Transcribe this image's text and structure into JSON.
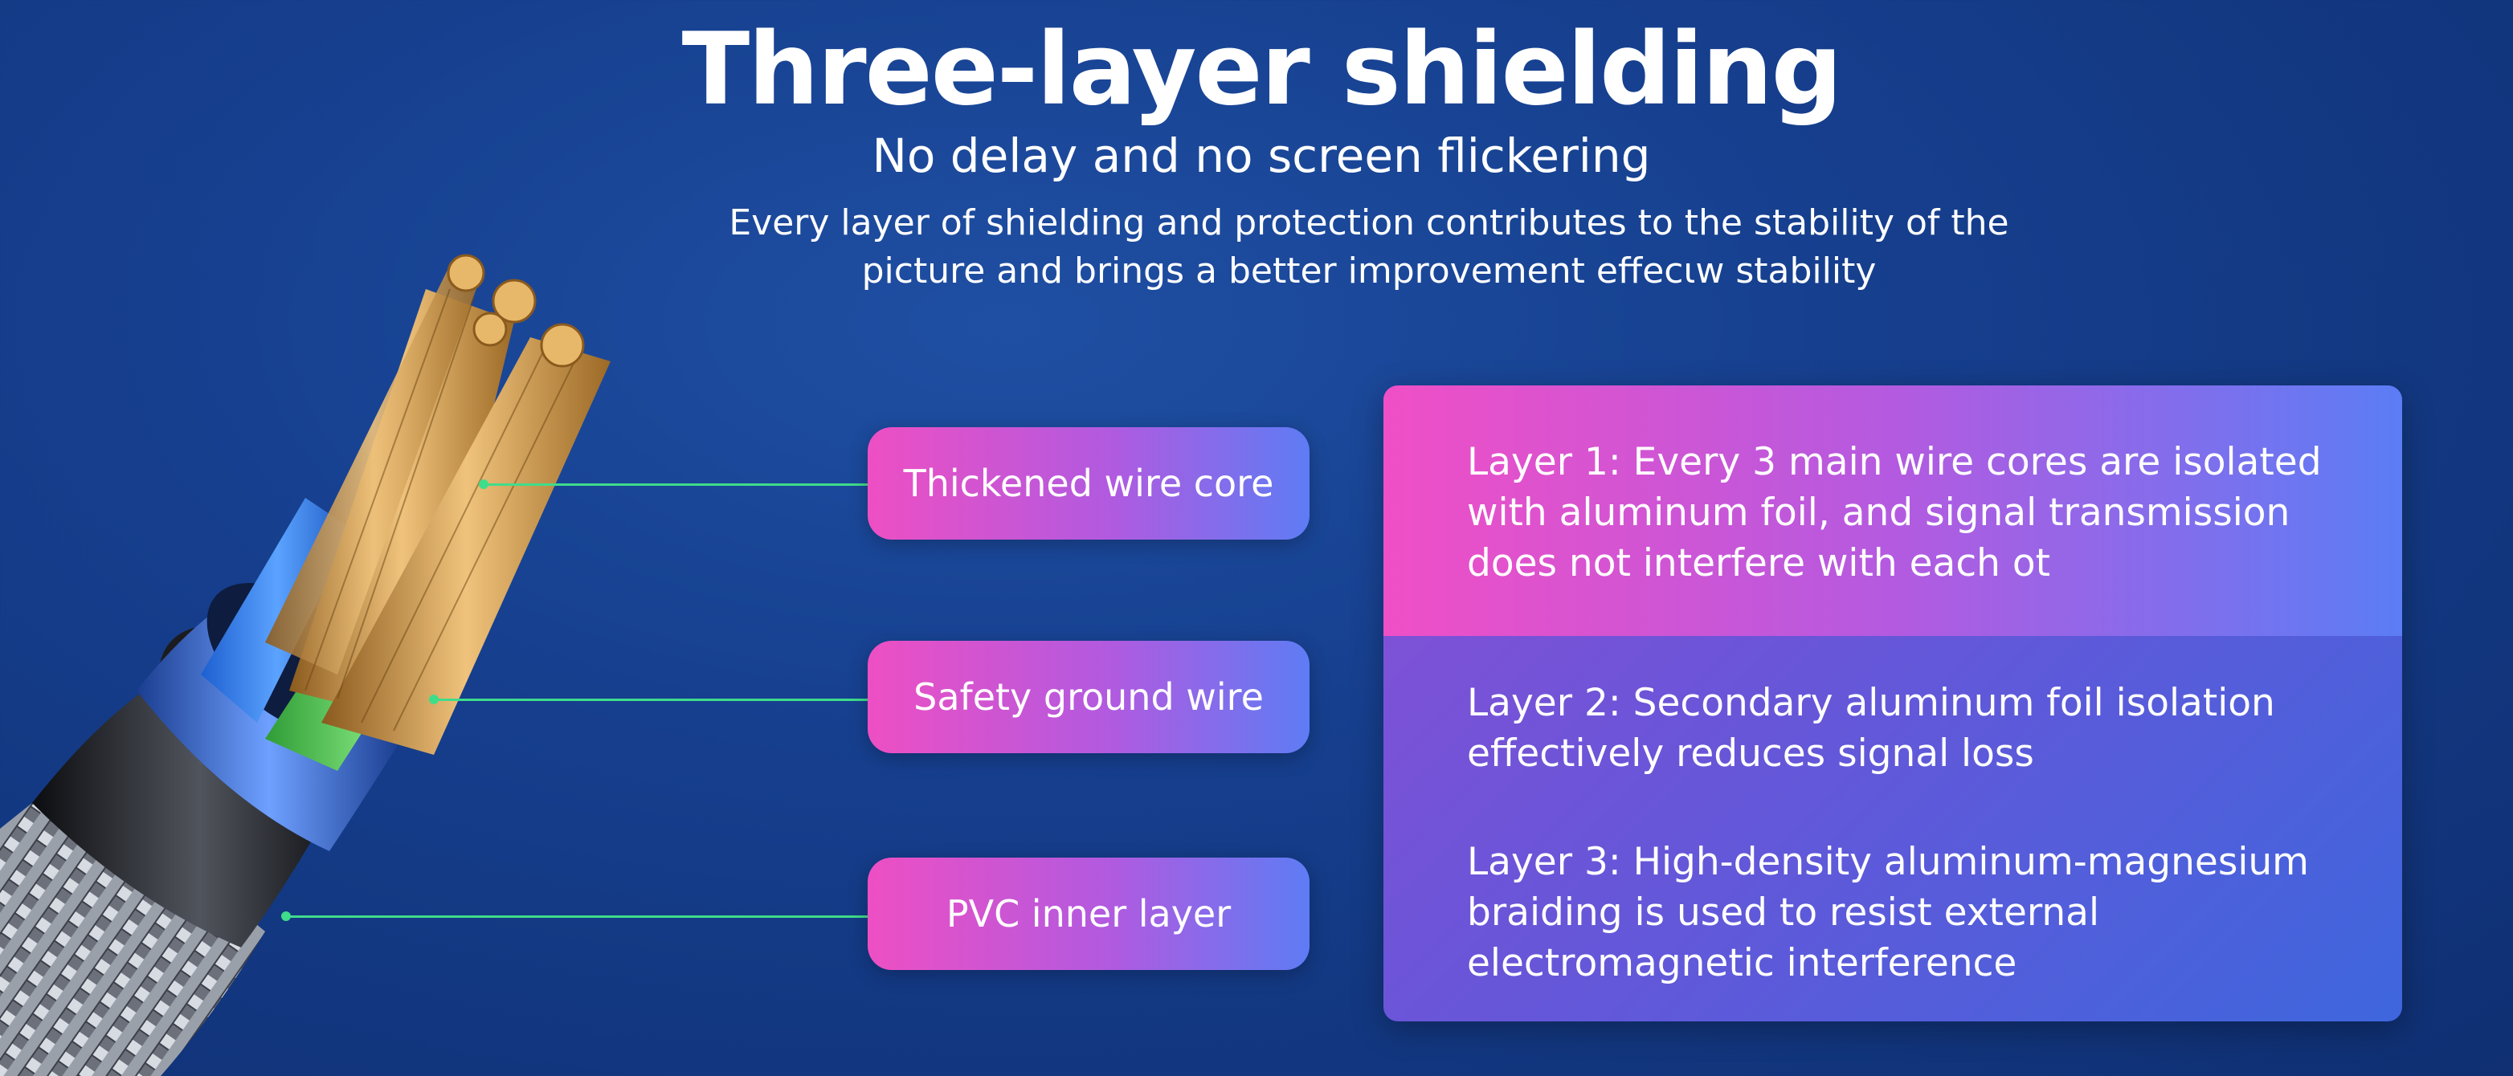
{
  "header": {
    "title": "Three-layer shielding",
    "subtitle": "No delay and no screen flickering",
    "description_line1": "Every layer of shielding and protection contributes to the stability of the",
    "description_line2": "picture and brings a better improvement effecιw stability"
  },
  "callouts": [
    {
      "label": "Thickened wire core"
    },
    {
      "label": "Safety ground wire"
    },
    {
      "label": "PVC inner layer"
    }
  ],
  "layers": [
    {
      "text": "Layer 1: Every 3 main wire cores are isolated with aluminum foil, and signal transmission does not interfere with each ot"
    },
    {
      "text": "Layer 2: Secondary aluminum foil isolation effectively reduces signal loss"
    },
    {
      "text": "Layer 3: High-density aluminum-magnesium braiding is used to resist external electromagnetic interference"
    }
  ],
  "colors": {
    "background": "#163f8e",
    "callout_gradient_start": "#ee4fc3",
    "callout_gradient_end": "#5e7cf4",
    "leader_line": "#3fdc8a"
  }
}
